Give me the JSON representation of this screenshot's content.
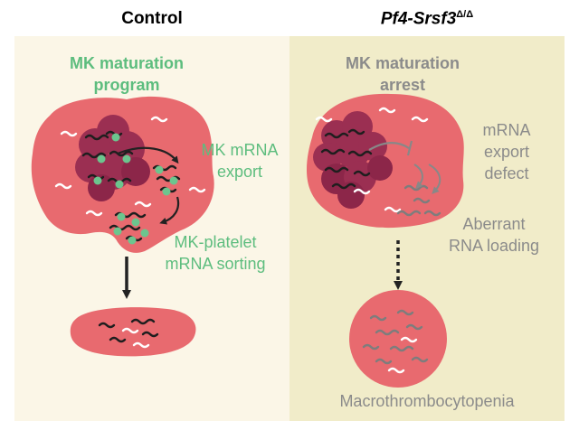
{
  "headers": {
    "control": "Control",
    "mutant_name": "Pf4-Srsf3",
    "mutant_superscript": "Δ/Δ"
  },
  "left_panel": {
    "title_line1": "MK maturation",
    "title_line2": "program",
    "export_line1": "MK mRNA",
    "export_line2": "export",
    "sorting_line1": "MK-platelet",
    "sorting_line2": "mRNA sorting"
  },
  "right_panel": {
    "title_line1": "MK maturation",
    "title_line2": "arrest",
    "defect_line1": "mRNA",
    "defect_line2": "export",
    "defect_line3": "defect",
    "loading_line1": "Aberrant",
    "loading_line2": "RNA loading",
    "bottom_label": "Macrothrombocytopenia"
  },
  "colors": {
    "cell_pink": "#e86a6f",
    "nucleus": "#9b2f52",
    "nucleus_dark": "#8c2649",
    "green_text": "#5dbd7e",
    "green_dot": "#6cc58e",
    "grey_text": "#8b8b8b",
    "panel_left_bg": "#fbf6e7",
    "panel_right_bg": "#f1ecc9"
  }
}
